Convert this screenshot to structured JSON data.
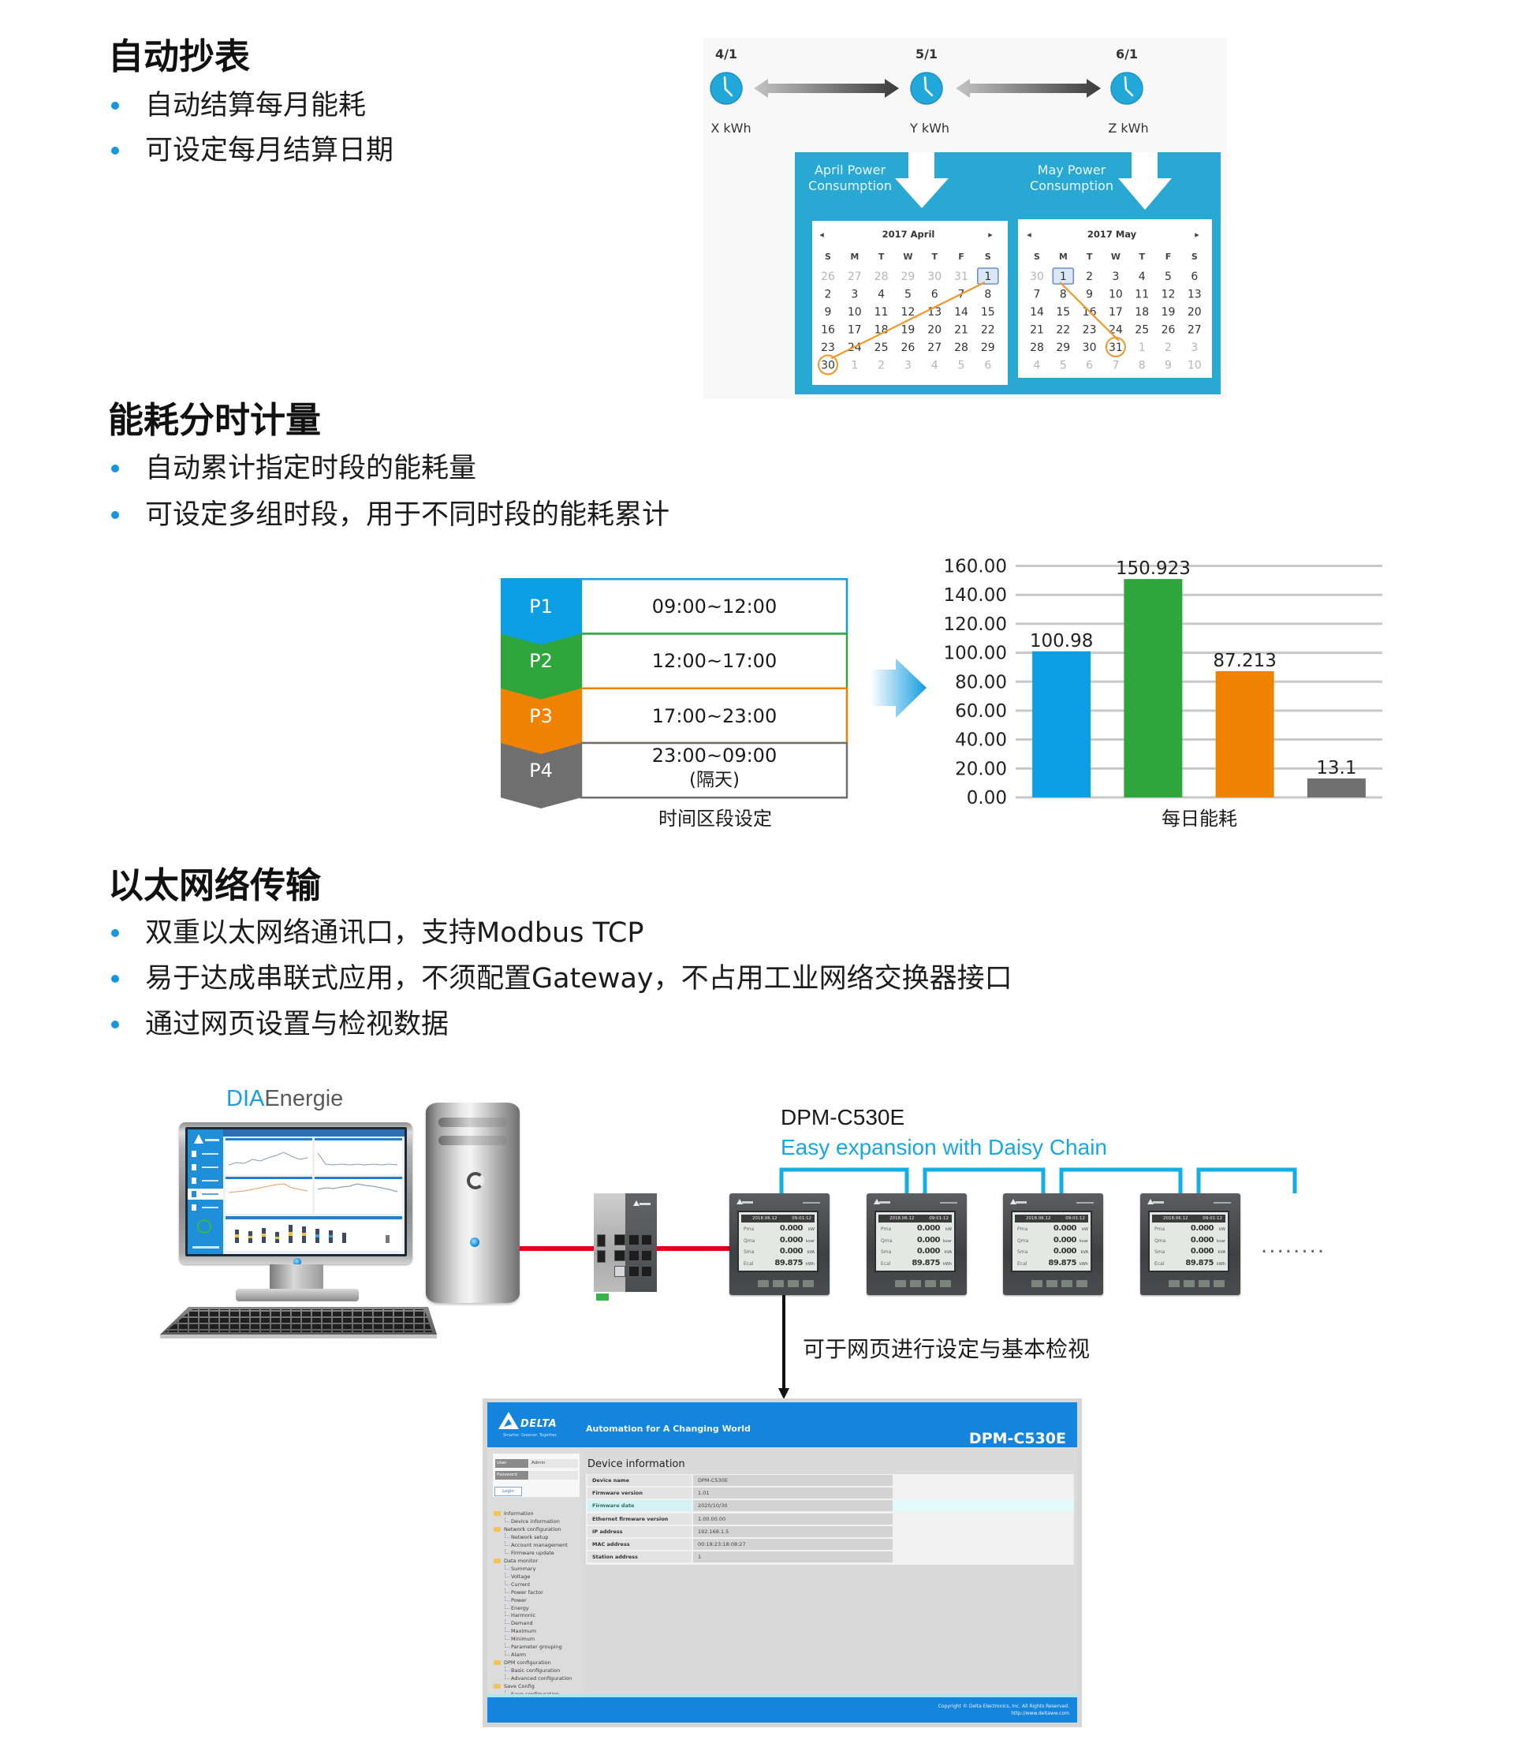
{
  "sections": [
    {
      "title": "自动抄表",
      "bullets": [
        "自动结算每月能耗",
        "可设定每月结算日期"
      ]
    },
    {
      "title": "能耗分时计量",
      "bullets": [
        "自动累计指定时段的能耗量",
        "可设定多组时段，用于不同时段的能耗累计"
      ]
    },
    {
      "title": "以太网络传输",
      "bullets": [
        "双重以太网络通讯口，支持Modbus TCP",
        "易于达成串联式应用，不须配置Gateway，不占用工业网络交换器接口",
        "通过网页设置与检视数据"
      ]
    }
  ],
  "colors": {
    "bullet": "#1597dd",
    "timeline_panel": "#29a8d3",
    "clock": "#22a8d8",
    "range_marker": "#f0962b",
    "range_start_box": "#6d8fc0",
    "daisy_chain": "#13aee6",
    "ethernet_cable": "#e2001a",
    "web_header": "#1584dc"
  },
  "billing_timeline": {
    "milestones": [
      {
        "date": "4/1",
        "reading": "X kWh"
      },
      {
        "date": "5/1",
        "reading": "Y kWh"
      },
      {
        "date": "6/1",
        "reading": "Z kWh"
      }
    ],
    "periods": [
      {
        "line1": "April Power",
        "line2": "Consumption"
      },
      {
        "line1": "May Power",
        "line2": "Consumption"
      }
    ],
    "calendars": [
      {
        "title": "2017 April",
        "prev_label": "◂",
        "next_label": "▸",
        "weekdays": [
          "S",
          "M",
          "T",
          "W",
          "T",
          "F",
          "S"
        ],
        "weeks": [
          [
            "26",
            "27",
            "28",
            "29",
            "30",
            "31",
            "1"
          ],
          [
            "2",
            "3",
            "4",
            "5",
            "6",
            "7",
            "8"
          ],
          [
            "9",
            "10",
            "11",
            "12",
            "13",
            "14",
            "15"
          ],
          [
            "16",
            "17",
            "18",
            "19",
            "20",
            "21",
            "22"
          ],
          [
            "23",
            "24",
            "25",
            "26",
            "27",
            "28",
            "29"
          ],
          [
            "30",
            "1",
            "2",
            "3",
            "4",
            "5",
            "6"
          ]
        ],
        "leading_other_month": 6,
        "trailing_other_month": 6,
        "range_start": "1",
        "range_end": "30"
      },
      {
        "title": "2017 May",
        "prev_label": "◂",
        "next_label": "▸",
        "weekdays": [
          "S",
          "M",
          "T",
          "W",
          "T",
          "F",
          "S"
        ],
        "weeks": [
          [
            "30",
            "1",
            "2",
            "3",
            "4",
            "5",
            "6"
          ],
          [
            "7",
            "8",
            "9",
            "10",
            "11",
            "12",
            "13"
          ],
          [
            "14",
            "15",
            "16",
            "17",
            "18",
            "19",
            "20"
          ],
          [
            "21",
            "22",
            "23",
            "24",
            "25",
            "26",
            "27"
          ],
          [
            "28",
            "29",
            "30",
            "31",
            "1",
            "2",
            "3"
          ],
          [
            "4",
            "5",
            "6",
            "7",
            "8",
            "9",
            "10"
          ]
        ],
        "leading_other_month": 1,
        "trailing_other_month": 10,
        "range_start": "1",
        "range_end": "31"
      }
    ]
  },
  "time_of_use": {
    "caption": "时间区段设定",
    "periods": [
      {
        "label": "P1",
        "time": "09:00~12:00",
        "note": "",
        "color": "#0d9fe3"
      },
      {
        "label": "P2",
        "time": "12:00~17:00",
        "note": "",
        "color": "#2ea63b"
      },
      {
        "label": "P3",
        "time": "17:00~23:00",
        "note": "",
        "color": "#ef8200"
      },
      {
        "label": "P4",
        "time": "23:00~09:00",
        "note": "(隔天)",
        "color": "#6f6f6f"
      }
    ]
  },
  "chart_data": {
    "type": "bar",
    "title": "",
    "xlabel": "每日能耗",
    "ylabel": "",
    "categories": [
      "P1",
      "P2",
      "P3",
      "P4"
    ],
    "values": [
      100.98,
      150.923,
      87.213,
      13.1
    ],
    "data_labels": [
      "100.98",
      "150.923",
      "87.213",
      "13.1"
    ],
    "colors": [
      "#0d9fe3",
      "#2ea63b",
      "#ef8200",
      "#707070"
    ],
    "ylim": [
      0,
      160
    ],
    "yticks": [
      0,
      20,
      40,
      60,
      80,
      100,
      120,
      140,
      160
    ],
    "ytick_labels": [
      "0.00",
      "20.00",
      "40.00",
      "60.00",
      "80.00",
      "100.00",
      "120.00",
      "140.00",
      "160.00"
    ],
    "grid": true,
    "legend": "none"
  },
  "network": {
    "software_brand": {
      "part1": "DIA",
      "part2": "Energie"
    },
    "meter_model": "DPM-C530E",
    "daisy_chain_caption": "Easy expansion with Daisy Chain",
    "more_devices": "........",
    "web_access_caption": "可于网页进行设定与基本检视",
    "meter_screen": {
      "header_date": "2018.06.12",
      "header_time": "09:01:12",
      "rows": [
        {
          "label": "Pma",
          "value": "0.000",
          "unit": "kW"
        },
        {
          "label": "Qma",
          "value": "0.000",
          "unit": "kvar"
        },
        {
          "label": "Sma",
          "value": "0.000",
          "unit": "kVA"
        },
        {
          "label": "Ecal",
          "value": "89.875",
          "unit": "kWh"
        }
      ]
    }
  },
  "web_ui": {
    "brand": "DELTA",
    "brand_tagline": "Smarter. Greener. Together.",
    "slogan": "Automation for A Changing World",
    "model": "DPM-C530E",
    "login": {
      "user_label": "User",
      "user_value": "Admin",
      "password_label": "Password",
      "password_value": "",
      "login_button": "Login"
    },
    "nav": [
      {
        "label": "Information",
        "children": [
          "Device information"
        ]
      },
      {
        "label": "Network configuration",
        "children": [
          "Network setup",
          "Account management",
          "Firmware update"
        ]
      },
      {
        "label": "Data monitor",
        "children": [
          "Summary",
          "Voltage",
          "Current",
          "Power factor",
          "Power",
          "Energy",
          "Harmonic",
          "Demand",
          "Maximum",
          "Minimum",
          "Parameter grouping",
          "Alarm"
        ]
      },
      {
        "label": "DPM configuration",
        "children": [
          "Basic configuration",
          "Advanced configuration"
        ]
      },
      {
        "label": "Save Config",
        "children": [
          "Save configuration"
        ]
      }
    ],
    "page_title": "Device information",
    "device_info": [
      {
        "label": "Device name",
        "value": "DPM-C530E",
        "highlighted": false
      },
      {
        "label": "Firmware version",
        "value": "1.01",
        "highlighted": false
      },
      {
        "label": "Firmware date",
        "value": "2020/10/30",
        "highlighted": true
      },
      {
        "label": "Ethernet firmware version",
        "value": "1.00.00.00",
        "highlighted": false
      },
      {
        "label": "IP address",
        "value": "192.168.1.5",
        "highlighted": false
      },
      {
        "label": "MAC address",
        "value": "00:18:23:18:08:27",
        "highlighted": false
      },
      {
        "label": "Station address",
        "value": "1",
        "highlighted": false
      }
    ],
    "footer": {
      "copyright": "Copyright © Delta Electronics, Inc. All Rights Reserved.",
      "url": "http://www.deltaww.com"
    }
  }
}
